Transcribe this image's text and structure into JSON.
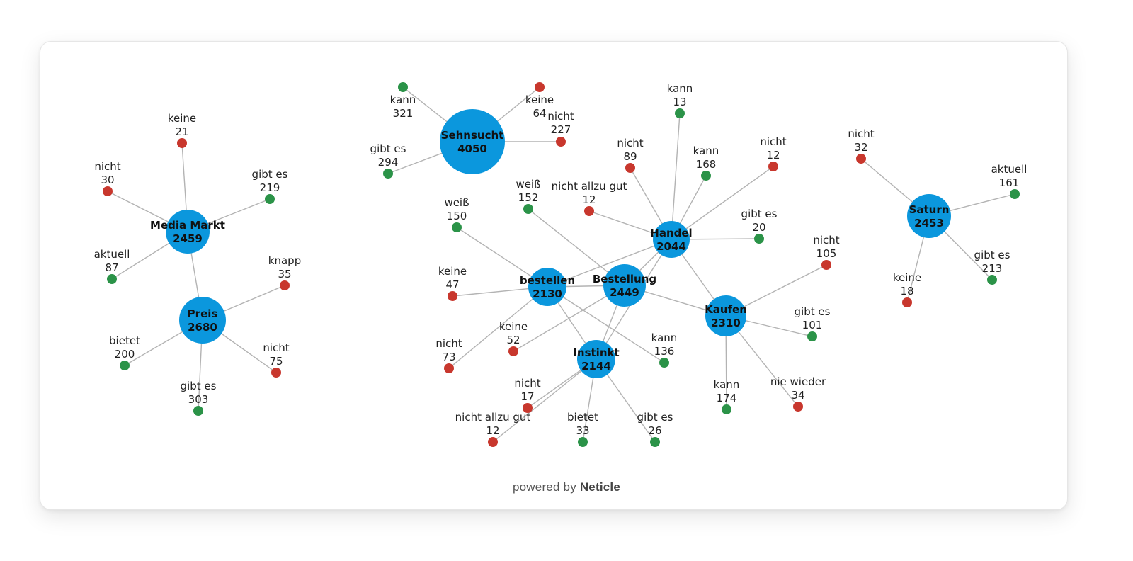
{
  "colors": {
    "hub": "#0b97dd",
    "positive": "#2b9348",
    "negative": "#c8372d",
    "edge": "#b3b3b3",
    "label": "#222222"
  },
  "footer": {
    "prefix": "powered by",
    "brand": "Neticle"
  },
  "graph": {
    "hubs": [
      {
        "id": "media_markt",
        "label": "Media Markt",
        "value": 2459
      },
      {
        "id": "preis",
        "label": "Preis",
        "value": 2680
      },
      {
        "id": "sehnsucht",
        "label": "Sehnsucht",
        "value": 4050
      },
      {
        "id": "handel",
        "label": "Handel",
        "value": 2044
      },
      {
        "id": "bestellen",
        "label": "bestellen",
        "value": 2130
      },
      {
        "id": "bestellung",
        "label": "Bestellung",
        "value": 2449
      },
      {
        "id": "kaufen",
        "label": "Kaufen",
        "value": 2310
      },
      {
        "id": "instinkt",
        "label": "Instinkt",
        "value": 2144
      },
      {
        "id": "saturn",
        "label": "Saturn",
        "value": 2453
      }
    ],
    "leaves": [
      {
        "id": "mm_keine",
        "label": "keine",
        "value": 21,
        "sentiment": "negative",
        "hub": "media_markt"
      },
      {
        "id": "mm_nicht",
        "label": "nicht",
        "value": 30,
        "sentiment": "negative",
        "hub": "media_markt"
      },
      {
        "id": "mm_gibtes",
        "label": "gibt es",
        "value": 219,
        "sentiment": "positive",
        "hub": "media_markt"
      },
      {
        "id": "mm_aktuell",
        "label": "aktuell",
        "value": 87,
        "sentiment": "positive",
        "hub": "media_markt"
      },
      {
        "id": "pr_knapp",
        "label": "knapp",
        "value": 35,
        "sentiment": "negative",
        "hub": "preis"
      },
      {
        "id": "pr_bietet",
        "label": "bietet",
        "value": 200,
        "sentiment": "positive",
        "hub": "preis"
      },
      {
        "id": "pr_nicht",
        "label": "nicht",
        "value": 75,
        "sentiment": "negative",
        "hub": "preis"
      },
      {
        "id": "pr_gibtes",
        "label": "gibt es",
        "value": 303,
        "sentiment": "positive",
        "hub": "preis"
      },
      {
        "id": "se_kann",
        "label": "kann",
        "value": 321,
        "sentiment": "positive",
        "hub": "sehnsucht"
      },
      {
        "id": "se_keine",
        "label": "keine",
        "value": 64,
        "sentiment": "negative",
        "hub": "sehnsucht"
      },
      {
        "id": "se_nicht",
        "label": "nicht",
        "value": 227,
        "sentiment": "negative",
        "hub": "sehnsucht"
      },
      {
        "id": "se_gibtes",
        "label": "gibt es",
        "value": 294,
        "sentiment": "positive",
        "hub": "sehnsucht"
      },
      {
        "id": "ha_kann13",
        "label": "kann",
        "value": 13,
        "sentiment": "positive",
        "hub": "handel"
      },
      {
        "id": "ha_nicht89",
        "label": "nicht",
        "value": 89,
        "sentiment": "negative",
        "hub": "handel"
      },
      {
        "id": "ha_kann168",
        "label": "kann",
        "value": 168,
        "sentiment": "positive",
        "hub": "handel"
      },
      {
        "id": "ha_nicht12",
        "label": "nicht",
        "value": 12,
        "sentiment": "negative",
        "hub": "handel"
      },
      {
        "id": "ha_nag",
        "label": "nicht allzu gut",
        "value": 12,
        "sentiment": "negative",
        "hub": "handel"
      },
      {
        "id": "ha_gibtes",
        "label": "gibt es",
        "value": 20,
        "sentiment": "positive",
        "hub": "handel"
      },
      {
        "id": "bs_weiss",
        "label": "weiß",
        "value": 150,
        "sentiment": "positive",
        "hub": "bestellen"
      },
      {
        "id": "bs_keine47",
        "label": "keine",
        "value": 47,
        "sentiment": "negative",
        "hub": "bestellen"
      },
      {
        "id": "bs_nicht73",
        "label": "nicht",
        "value": 73,
        "sentiment": "negative",
        "hub": "bestellen"
      },
      {
        "id": "bs_kann136",
        "label": "kann",
        "value": 136,
        "sentiment": "positive",
        "hub": "bestellen"
      },
      {
        "id": "bg_weiss",
        "label": "weiß",
        "value": 152,
        "sentiment": "positive",
        "hub": "bestellung"
      },
      {
        "id": "bg_keine52",
        "label": "keine",
        "value": 52,
        "sentiment": "negative",
        "hub": "bestellung"
      },
      {
        "id": "ka_nicht105",
        "label": "nicht",
        "value": 105,
        "sentiment": "negative",
        "hub": "kaufen"
      },
      {
        "id": "ka_gibtes",
        "label": "gibt es",
        "value": 101,
        "sentiment": "positive",
        "hub": "kaufen"
      },
      {
        "id": "ka_kann174",
        "label": "kann",
        "value": 174,
        "sentiment": "positive",
        "hub": "kaufen"
      },
      {
        "id": "ka_niewieder",
        "label": "nie wieder",
        "value": 34,
        "sentiment": "negative",
        "hub": "kaufen"
      },
      {
        "id": "in_nicht17",
        "label": "nicht",
        "value": 17,
        "sentiment": "negative",
        "hub": "instinkt"
      },
      {
        "id": "in_nag",
        "label": "nicht allzu gut",
        "value": 12,
        "sentiment": "negative",
        "hub": "instinkt"
      },
      {
        "id": "in_bietet",
        "label": "bietet",
        "value": 33,
        "sentiment": "positive",
        "hub": "instinkt"
      },
      {
        "id": "in_gibtes",
        "label": "gibt es",
        "value": 26,
        "sentiment": "positive",
        "hub": "instinkt"
      },
      {
        "id": "sa_nicht",
        "label": "nicht",
        "value": 32,
        "sentiment": "negative",
        "hub": "saturn"
      },
      {
        "id": "sa_aktuell",
        "label": "aktuell",
        "value": 161,
        "sentiment": "positive",
        "hub": "saturn"
      },
      {
        "id": "sa_keine",
        "label": "keine",
        "value": 18,
        "sentiment": "negative",
        "hub": "saturn"
      },
      {
        "id": "sa_gibtes",
        "label": "gibt es",
        "value": 213,
        "sentiment": "positive",
        "hub": "saturn"
      }
    ],
    "hub_links": [
      [
        "media_markt",
        "preis"
      ],
      [
        "handel",
        "bestellen"
      ],
      [
        "handel",
        "bestellung"
      ],
      [
        "handel",
        "kaufen"
      ],
      [
        "handel",
        "instinkt"
      ],
      [
        "bestellen",
        "bestellung"
      ],
      [
        "bestellen",
        "instinkt"
      ],
      [
        "bestellung",
        "kaufen"
      ],
      [
        "bestellung",
        "instinkt"
      ]
    ]
  }
}
